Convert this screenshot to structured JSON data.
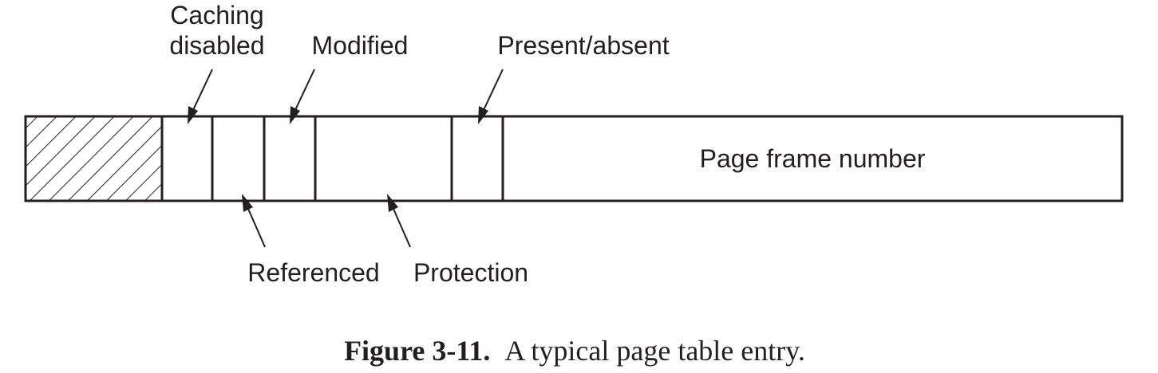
{
  "diagram": {
    "fields": {
      "caching_disabled": [
        "Caching",
        "disabled"
      ],
      "modified": "Modified",
      "present_absent": "Present/absent",
      "page_frame_number": "Page frame number",
      "referenced": "Referenced",
      "protection": "Protection"
    }
  },
  "caption": {
    "number": "Figure 3-11.",
    "text": "A typical page table entry."
  },
  "colors": {
    "ink": "#231f20",
    "background": "#ffffff"
  }
}
